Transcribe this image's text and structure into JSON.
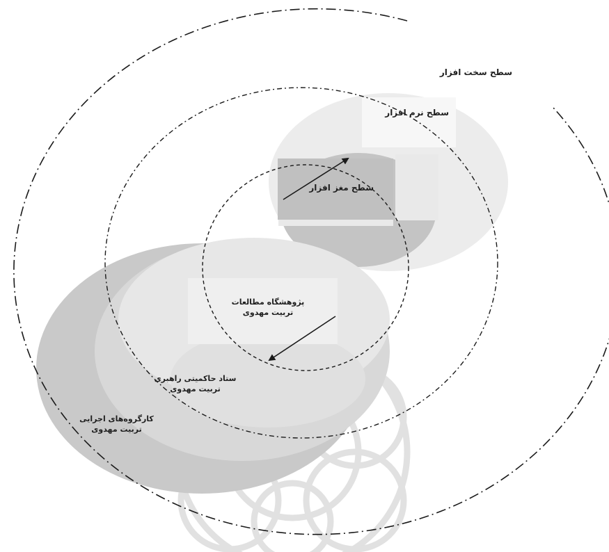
{
  "labels": {
    "hardware_level": "سطح سخت افزار",
    "software_level": "سطح نرم افزار",
    "brainware_level": "سطح مغز افزار",
    "research_center_line1": "پژوهشگاه مطالعات",
    "research_center_line2": "تربیت مهدوی",
    "governance_hq_line1": "ستاد حاکمیتی راهبری",
    "governance_hq_line2": "تربیت مهدوی",
    "exec_groups_line1": "کارگروه‌های اجرایی",
    "exec_groups_line2": "تربیت مهدوی"
  },
  "colors": {
    "background": "#ffffff",
    "outer_band": "#ebebeb",
    "inner_band": "#f3f3f3",
    "core": "#c8c8c8",
    "lower_blob": "#c9c9c9",
    "lower_mid": "#e3e3e3",
    "watermark": "#d7d7d7",
    "line": "#1a1a1a"
  }
}
